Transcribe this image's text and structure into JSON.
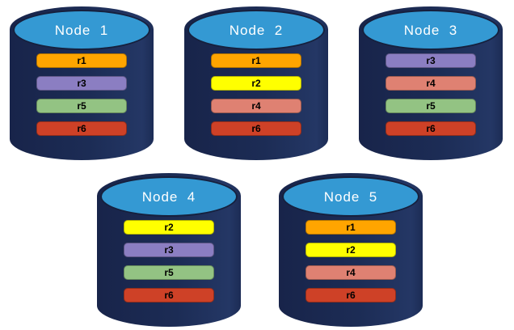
{
  "diagram": {
    "description": "Five database node cylinders each holding a set of replica bars",
    "colors": {
      "cylinder_body": "#18244a",
      "cylinder_top": "#3499d3",
      "node_label_text": "#ffffff",
      "bar_label_text": "#000000",
      "replicas": {
        "r1": "#ffa500",
        "r2": "#ffff00",
        "r3": "#8b7ec2",
        "r4": "#df8172",
        "r5": "#93c383",
        "r6": "#ce4127"
      }
    },
    "nodes": [
      {
        "label": "Node  1",
        "replicas": [
          "r1",
          "r3",
          "r5",
          "r6"
        ]
      },
      {
        "label": "Node  2",
        "replicas": [
          "r1",
          "r2",
          "r4",
          "r6"
        ]
      },
      {
        "label": "Node  3",
        "replicas": [
          "r3",
          "r4",
          "r5",
          "r6"
        ]
      },
      {
        "label": "Node  4",
        "replicas": [
          "r2",
          "r3",
          "r5",
          "r6"
        ]
      },
      {
        "label": "Node  5",
        "replicas": [
          "r1",
          "r2",
          "r4",
          "r6"
        ]
      }
    ]
  }
}
